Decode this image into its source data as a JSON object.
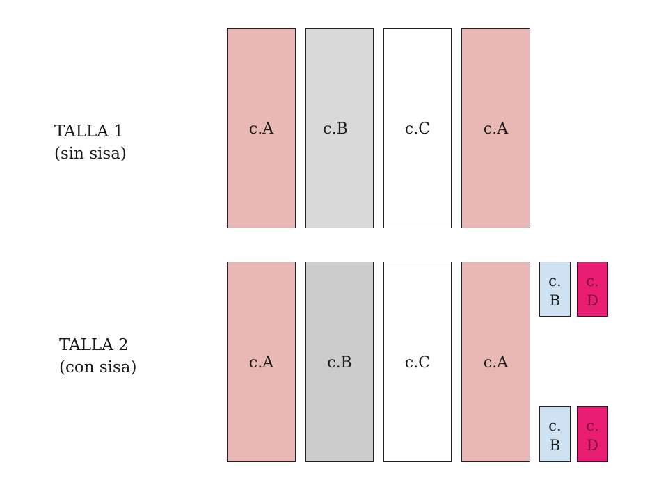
{
  "colors": {
    "A": "#e8b9b4",
    "B1": "#dadada",
    "B2": "#cccccc",
    "C": "#ffffff",
    "small_B": "#cfe2f3",
    "small_D": "#e91e72",
    "small_D_text": "#7a0f35"
  },
  "sizes": [
    {
      "title": "TALLA 1",
      "subtitle": "(sin sisa)",
      "strips": [
        "c.A",
        "c.B",
        "c.C",
        "c.A"
      ]
    },
    {
      "title": "TALLA 2",
      "subtitle": "(con sisa)",
      "strips": [
        "c.A",
        "c.B",
        "c.C",
        "c.A"
      ],
      "small_pieces": [
        {
          "line1": "c.",
          "line2": "B"
        },
        {
          "line1": "c.",
          "line2": "D"
        },
        {
          "line1": "c.",
          "line2": "B"
        },
        {
          "line1": "c.",
          "line2": "D"
        }
      ]
    }
  ]
}
